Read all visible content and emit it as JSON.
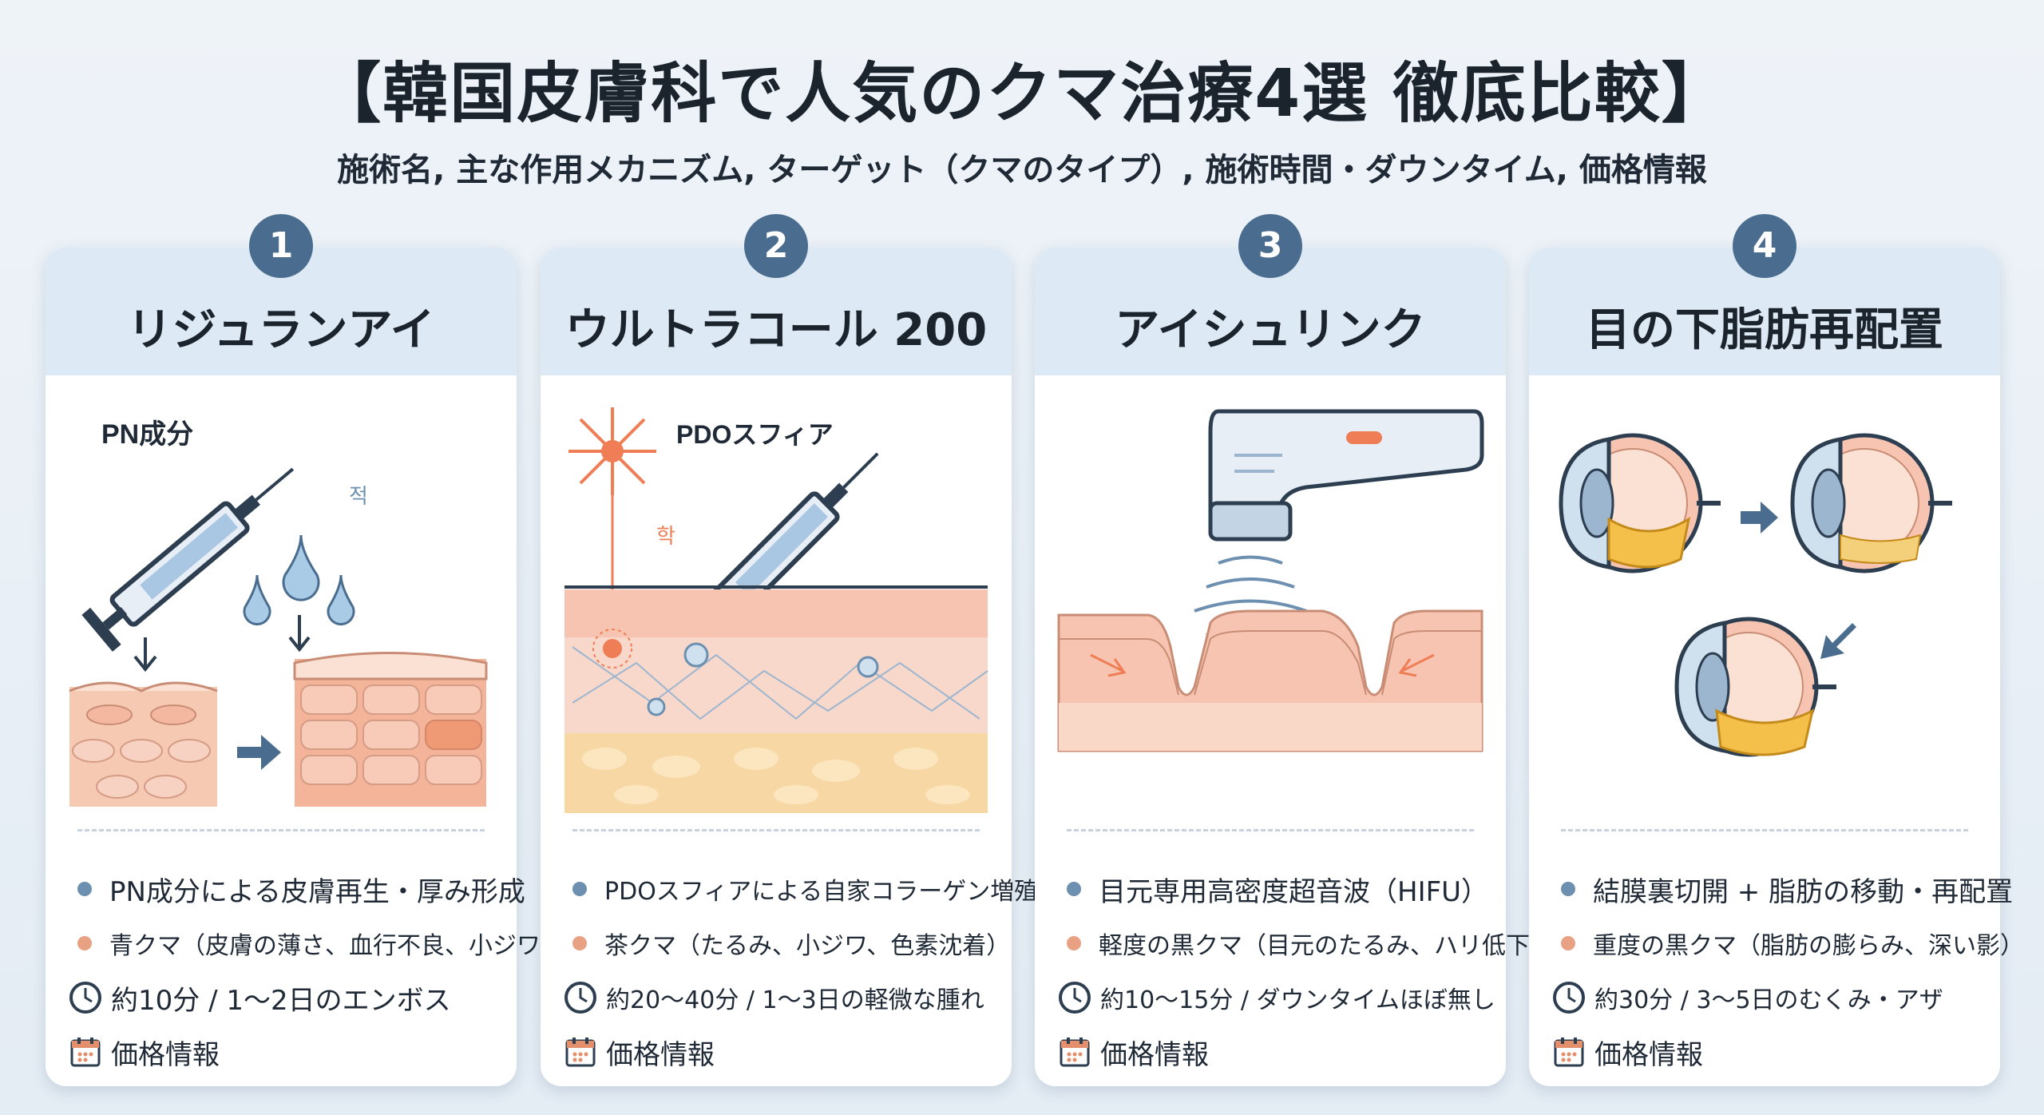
{
  "title": "【韓国皮膚科で人気のクマ治療4選 徹底比較】",
  "subtitle": "施術名, 主な作用メカニズム, ターゲット（クマのタイプ）, 施術時間・ダウンタイム, 価格情報",
  "colors": {
    "accent": "#4a6d8f",
    "header_bg": "#dde9f4",
    "bullet_blue": "#6d8fb0",
    "bullet_orange": "#e9a183",
    "skin": "#f6c9b3"
  },
  "cards": [
    {
      "number": "1",
      "name": "リジュランアイ",
      "illus_labels": [
        "PN成分",
        "적"
      ],
      "mechanism": "PN成分による皮膚再生・厚み形成",
      "target": "青クマ（皮膚の薄さ、血行不良、小ジワ）",
      "time": "約10分 / 1〜2日のエンボス",
      "price": "価格情報"
    },
    {
      "number": "2",
      "name": "ウルトラコール 200",
      "illus_labels": [
        "PDOスフィア",
        "학"
      ],
      "mechanism": "PDOスフィアによる自家コラーゲン増殖",
      "target": "茶クマ（たるみ、小ジワ、色素沈着）",
      "time": "約20〜40分 / 1〜3日の軽微な腫れ",
      "price": "価格情報"
    },
    {
      "number": "3",
      "name": "アイシュリンク",
      "illus_labels": [],
      "mechanism": "目元専用高密度超音波（HIFU）",
      "target": "軽度の黒クマ（目元のたるみ、ハリ低下）",
      "time": "約10〜15分 / ダウンタイムほぼ無し",
      "price": "価格情報"
    },
    {
      "number": "4",
      "name": "目の下脂肪再配置",
      "illus_labels": [],
      "mechanism": "結膜裏切開 + 脂肪の移動・再配置",
      "target": "重度の黒クマ（脂肪の膨らみ、深い影）",
      "time": "約30分 / 3〜5日のむくみ・アザ",
      "price": "価格情報"
    }
  ],
  "icons": {
    "bullet": "dot",
    "time": "clock-icon",
    "price": "calendar-icon"
  }
}
